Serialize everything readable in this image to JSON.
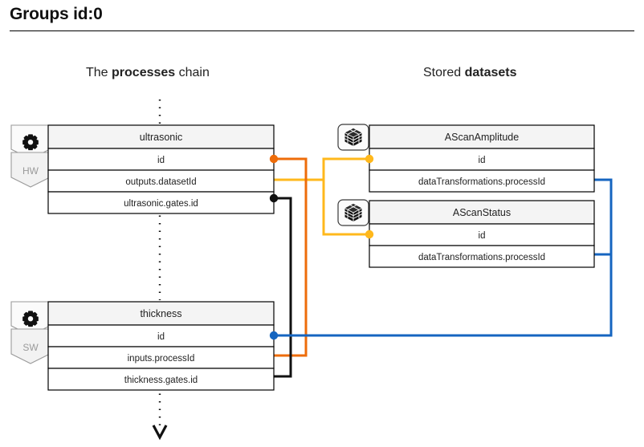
{
  "header": {
    "title": "Groups id:0"
  },
  "captions": {
    "processes": {
      "prefix": "The ",
      "strong": "processes",
      "suffix": " chain"
    },
    "datasets": {
      "prefix": "Stored ",
      "strong": "datasets",
      "suffix": ""
    }
  },
  "colors": {
    "orange": "#EE6C0A",
    "amber": "#FFB81C",
    "blue": "#1565C0",
    "black": "#111111",
    "header_fill": "#F4F4F4",
    "badge_fill": "#F2F2F2",
    "badge_text": "#9A9A9A",
    "border": "#000000"
  },
  "processes": [
    {
      "name": "ultrasonic-process",
      "badge_label": "HW",
      "badge_icon": "gear-icon",
      "title": "ultrasonic",
      "rows": [
        {
          "label": "id",
          "port": "orange"
        },
        {
          "label": "outputs.datasetId",
          "port": "amber"
        },
        {
          "label": "ultrasonic.gates.id",
          "port": "black"
        }
      ]
    },
    {
      "name": "thickness-process",
      "badge_label": "SW",
      "badge_icon": "gear-icon",
      "title": "thickness",
      "rows": [
        {
          "label": "id",
          "port": "blue"
        },
        {
          "label": "inputs.processId",
          "port": "orange"
        },
        {
          "label": "thickness.gates.id",
          "port": "black"
        }
      ]
    }
  ],
  "datasets": [
    {
      "name": "ascanamplitude-dataset",
      "icon": "data-cube-icon",
      "title": "AScanAmplitude",
      "rows": [
        {
          "label": "id",
          "port": "amber"
        },
        {
          "label": "dataTransformations.processId",
          "port": "blue"
        }
      ]
    },
    {
      "name": "ascanstatus-dataset",
      "icon": "data-cube-icon",
      "title": "AScanStatus",
      "rows": [
        {
          "label": "id",
          "port": "amber"
        },
        {
          "label": "dataTransformations.processId",
          "port": "blue"
        }
      ]
    }
  ],
  "connections": [
    {
      "name": "ultrasonic-id-to-thickness-inputs",
      "color": "orange",
      "from": "ultrasonic.id",
      "to": "thickness.inputs.processId"
    },
    {
      "name": "ultrasonic-outputs-to-dataset-ids",
      "color": "amber",
      "from": "ultrasonic.outputs.datasetId",
      "to": "AScanAmplitude.id, AScanStatus.id"
    },
    {
      "name": "ultrasonic-gates-to-thickness-gates",
      "color": "black",
      "from": "ultrasonic.ultrasonic.gates.id",
      "to": "thickness.thickness.gates.id"
    },
    {
      "name": "dataset-processids-to-thickness-id",
      "color": "blue",
      "from": "AScanAmplitude.dataTransformations.processId, AScanStatus.dataTransformations.processId",
      "to": "thickness.id"
    }
  ],
  "flow": {
    "name": "process-chain-flow",
    "style": "dotted-arrow-down"
  }
}
